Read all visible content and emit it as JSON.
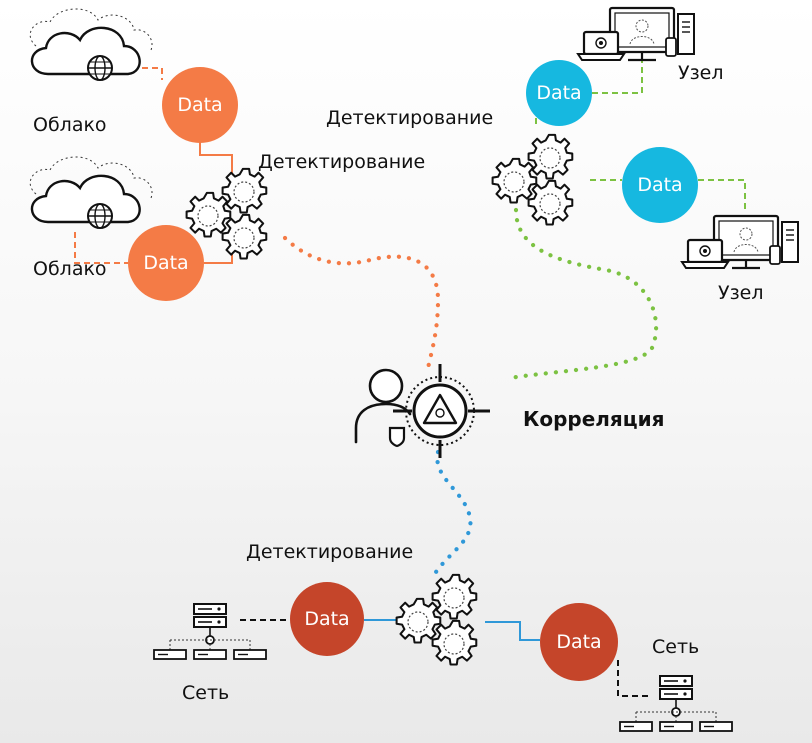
{
  "colors": {
    "cloud_data": "#f47b46",
    "node_data": "#16b8e0",
    "network_data": "#c5452a",
    "cloud_path": "#f47b46",
    "node_path": "#7cc242",
    "network_path": "#2f98d8",
    "icon_stroke": "#111111"
  },
  "labels": {
    "cloud_top": "Облако",
    "cloud_bottom": "Облако",
    "detection_cloud": "Детектирование",
    "detection_node": "Детектирование",
    "detection_network": "Детектирование",
    "node_top": "Узел",
    "node_bottom": "Узел",
    "network_left": "Сеть",
    "network_right": "Сеть",
    "correlation": "Корреляция"
  },
  "data_bubbles": {
    "cloud_top": "Data",
    "cloud_bottom": "Data",
    "node_top": "Data",
    "node_mid": "Data",
    "network_left": "Data",
    "network_right": "Data"
  },
  "icons": {
    "cloud": "cloud-globe-icon",
    "gears": "gears-icon",
    "node": "workstation-icon",
    "network": "server-network-icon",
    "analyst": "analyst-target-icon"
  }
}
